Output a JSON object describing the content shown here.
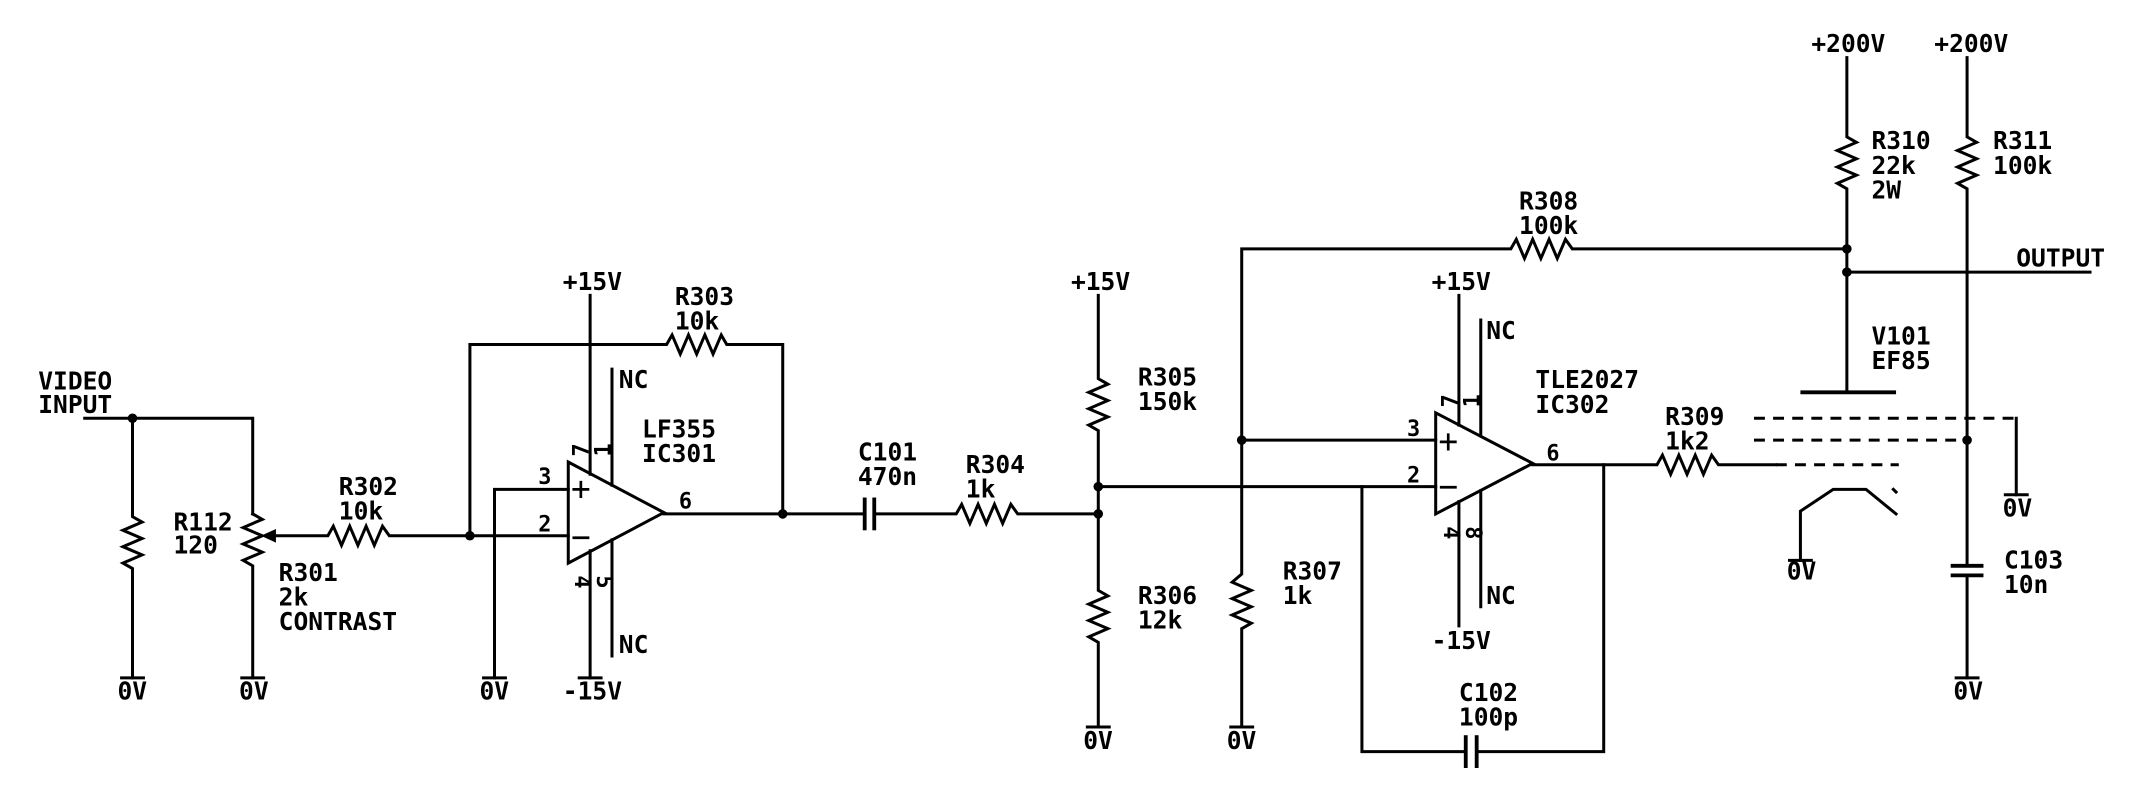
{
  "labels": {
    "video_input": [
      "VIDEO",
      "INPUT"
    ],
    "output": "OUTPUT",
    "supply_pos15": "+15V",
    "supply_neg15": "-15V",
    "supply_200": "+200V",
    "ground": "0V",
    "nc": "NC",
    "plus": "+",
    "minus": "−"
  },
  "components": {
    "r112": [
      "R112",
      "120"
    ],
    "r301": [
      "R301",
      "2k",
      "CONTRAST"
    ],
    "r302": [
      "R302",
      "10k"
    ],
    "r303": [
      "R303",
      "10k"
    ],
    "ic301": [
      "LF355",
      "IC301"
    ],
    "c101": [
      "C101",
      "470n"
    ],
    "r304": [
      "R304",
      "1k"
    ],
    "r305": [
      "R305",
      "150k"
    ],
    "r306": [
      "R306",
      "12k"
    ],
    "r307": [
      "R307",
      "1k"
    ],
    "r308": [
      "R308",
      "100k"
    ],
    "ic302": [
      "TLE2027",
      "IC302"
    ],
    "c102": [
      "C102",
      "100p"
    ],
    "r309": [
      "R309",
      "1k2"
    ],
    "r310": [
      "R310",
      "22k",
      "2W"
    ],
    "r311": [
      "R311",
      "100k"
    ],
    "v101": [
      "V101",
      "EF85"
    ],
    "c103": [
      "C103",
      "10n"
    ]
  },
  "pins": {
    "ic301": {
      "p3": "3",
      "p2": "2",
      "p6": "6",
      "p7": "7",
      "p1": "1",
      "p4": "4",
      "p5": "5"
    },
    "ic302": {
      "p3": "3",
      "p2": "2",
      "p6": "6",
      "p7": "7",
      "p1": "1",
      "p4": "4",
      "p8": "8"
    }
  }
}
